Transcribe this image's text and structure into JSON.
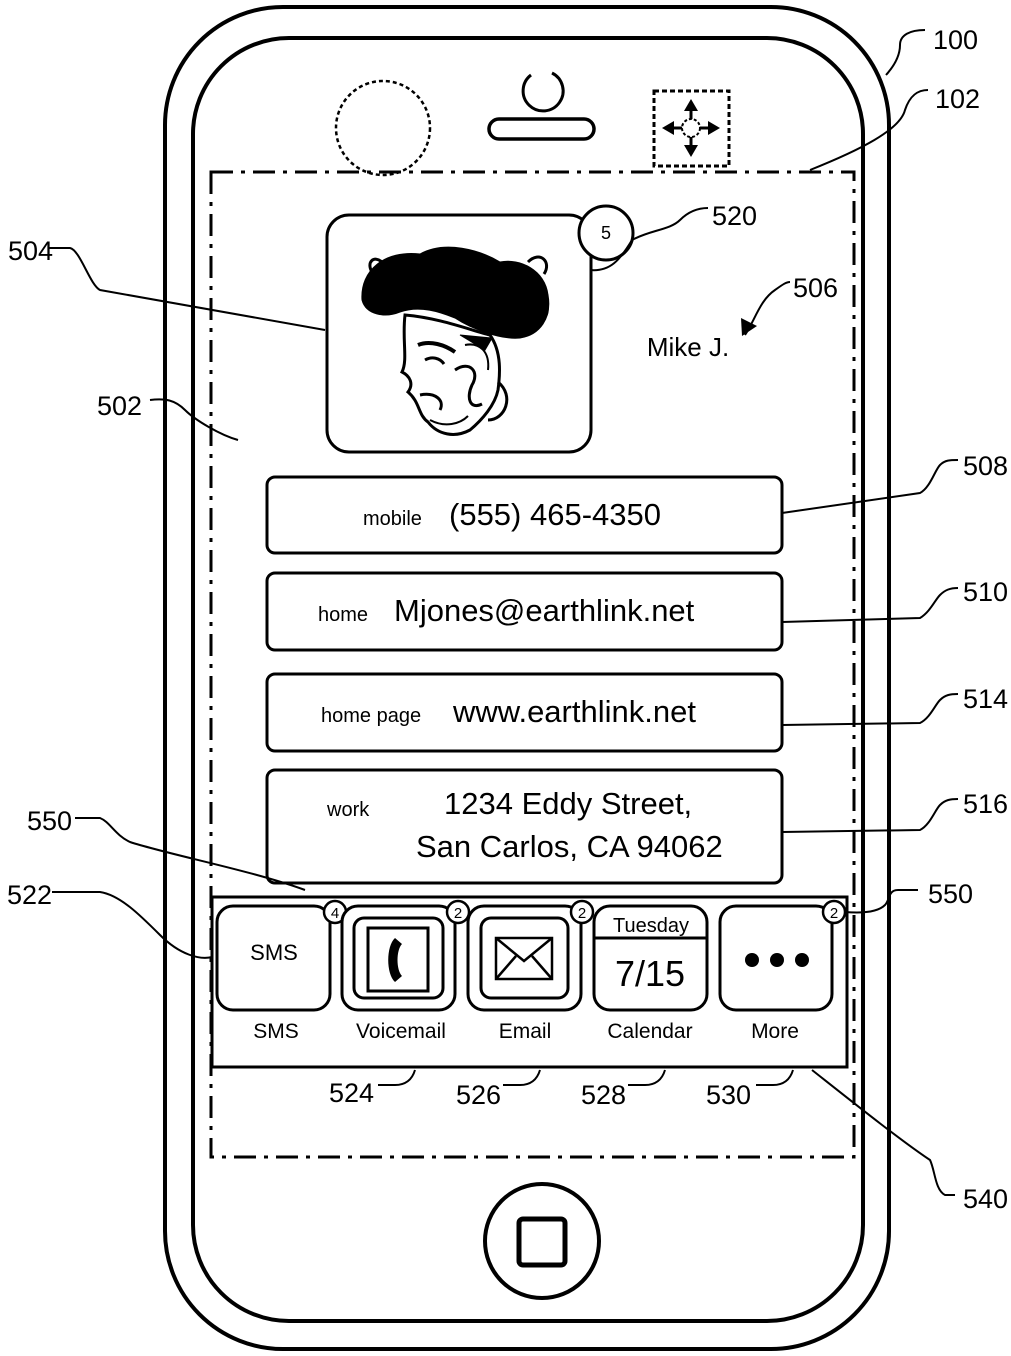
{
  "refs": {
    "device": "100",
    "display": "102",
    "contact_screen": "502",
    "photo": "504",
    "name": "506",
    "mobile_field": "508",
    "home_field": "510",
    "home_page_field": "514",
    "work_field": "516",
    "photo_badge": "520",
    "sms_icon": "522",
    "voicemail_icon": "524",
    "email_icon": "526",
    "calendar_icon": "528",
    "more_icon": "530",
    "dock": "540",
    "badge_ref": "550"
  },
  "contact": {
    "badge_count": "5",
    "name": "Mike J."
  },
  "fields": [
    {
      "label": "mobile",
      "value": "(555) 465-4350"
    },
    {
      "label": "home",
      "value": "Mjones@earthlink.net"
    },
    {
      "label": "home page",
      "value": "www.earthlink.net"
    },
    {
      "label": "work",
      "value_line1": "1234 Eddy Street,",
      "value_line2": "San Carlos, CA  94062"
    }
  ],
  "dock": {
    "sms": {
      "label": "SMS",
      "icon_text": "SMS",
      "badge": "4",
      "icon": "sms-icon"
    },
    "voicemail": {
      "label": "Voicemail",
      "badge": "2",
      "icon": "phone-handset-icon"
    },
    "email": {
      "label": "Email",
      "badge": "2",
      "icon": "envelope-icon"
    },
    "calendar": {
      "label": "Calendar",
      "day": "Tuesday",
      "date": "7/15",
      "icon": "calendar-icon"
    },
    "more": {
      "label": "More",
      "badge": "2",
      "icon": "ellipsis-icon"
    }
  }
}
